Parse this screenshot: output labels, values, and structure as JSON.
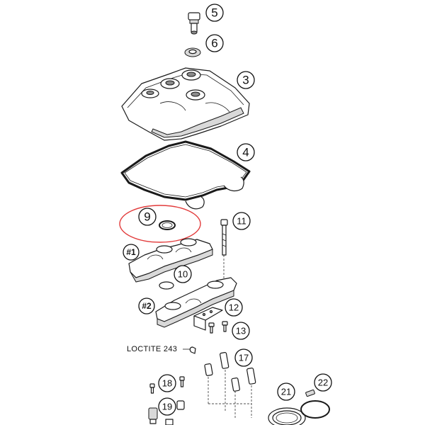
{
  "callouts": {
    "c5": "5",
    "c6": "6",
    "c3": "3",
    "c4": "4",
    "c9": "9",
    "c11": "11",
    "c10": "10",
    "c12": "12",
    "c13": "13",
    "c17": "17",
    "c18": "18",
    "c19": "19",
    "c21": "21",
    "c22": "22"
  },
  "hash_labels": {
    "h1": "#1",
    "h2": "#2"
  },
  "notes": {
    "loctite": "LOCTITE 243"
  },
  "colors": {
    "highlight_ellipse": "#e23b3b",
    "line": "#1a1a1a"
  }
}
